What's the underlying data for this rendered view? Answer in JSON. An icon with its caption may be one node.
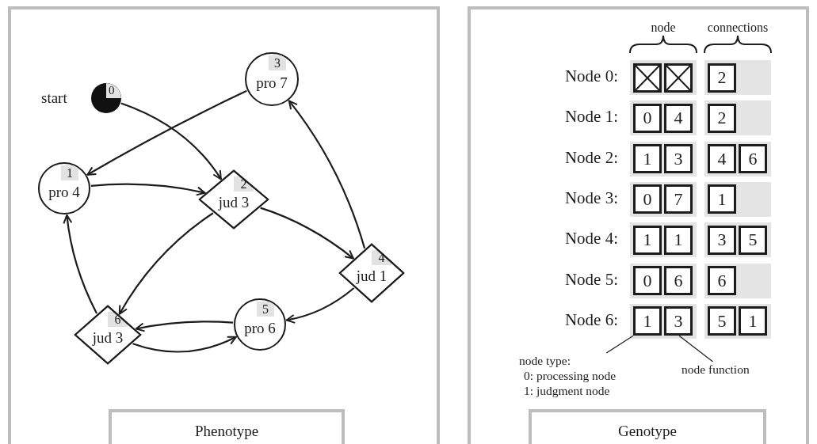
{
  "diagram": {
    "nodes": [
      {
        "text": [
          "Phenotype"
        ]
      },
      {
        "text": [
          "0"
        ],
        "beside": [
          "start"
        ],
        "in": 0
      },
      {
        "text": [
          "1",
          "pro 4"
        ],
        "in": 0
      },
      {
        "text": [
          "2",
          "jud 3"
        ],
        "in": 0
      },
      {
        "text": [
          "3",
          "pro 7"
        ],
        "in": 0
      },
      {
        "text": [
          "4",
          "jud 1"
        ],
        "in": 0
      },
      {
        "text": [
          "5",
          "pro 6"
        ],
        "in": 0
      },
      {
        "text": [
          "6",
          "jud 3"
        ],
        "in": 0
      },
      {
        "text": [
          "Genotype"
        ]
      },
      {
        "text": [],
        "shape": "box",
        "in": 8
      },
      {
        "text": [],
        "shape": "box",
        "in": 8
      },
      {
        "text": [
          "2"
        ],
        "in": 8
      },
      {
        "text": [
          "0"
        ],
        "in": 8
      },
      {
        "text": [
          "4"
        ],
        "in": 8
      },
      {
        "text": [
          "2"
        ],
        "in": 8
      },
      {
        "text": [
          "1"
        ],
        "in": 8
      },
      {
        "text": [
          "3"
        ],
        "in": 8
      },
      {
        "text": [
          "4"
        ],
        "in": 8
      },
      {
        "text": [
          "6"
        ],
        "in": 8
      },
      {
        "text": [
          "0"
        ],
        "in": 8
      },
      {
        "text": [
          "7"
        ],
        "in": 8
      },
      {
        "text": [
          "1"
        ],
        "in": 8
      },
      {
        "text": [
          "1"
        ],
        "in": 8
      },
      {
        "text": [
          "1"
        ],
        "in": 8
      },
      {
        "text": [
          "3"
        ],
        "in": 8
      },
      {
        "text": [
          "5"
        ],
        "in": 8
      },
      {
        "text": [
          "0"
        ],
        "in": 8
      },
      {
        "text": [
          "6"
        ],
        "in": 8
      },
      {
        "text": [
          "6"
        ],
        "in": 8
      },
      {
        "text": [
          "1"
        ],
        "in": 8
      },
      {
        "text": [
          "3"
        ],
        "in": 8
      },
      {
        "text": [
          "5"
        ],
        "in": 8
      },
      {
        "text": [
          "1"
        ],
        "in": 8
      },
      {
        "text": [
          "node type:",
          "0: processing node",
          "1: judgment node"
        ],
        "in": 8
      },
      {
        "text": [
          "node function"
        ],
        "in": 8
      }
    ],
    "edges": [
      {
        "from": 1,
        "to": 3,
        "arrow": "to"
      },
      {
        "from": 4,
        "to": 2,
        "arrow": "to"
      },
      {
        "from": 2,
        "to": 3,
        "arrow": "to"
      },
      {
        "from": 3,
        "to": 5,
        "arrow": "to"
      },
      {
        "from": 3,
        "to": 7,
        "arrow": "to"
      },
      {
        "from": 5,
        "to": 4,
        "arrow": "to"
      },
      {
        "from": 5,
        "to": 6,
        "arrow": "to"
      },
      {
        "from": 6,
        "to": 7,
        "arrow": "to"
      },
      {
        "from": 7,
        "to": 6,
        "arrow": "to"
      },
      {
        "from": 7,
        "to": 2,
        "arrow": "to"
      },
      {
        "from": 33,
        "to": 29,
        "arrow": "none"
      },
      {
        "from": 34,
        "to": 30,
        "arrow": "none"
      }
    ],
    "labels": [
      "node",
      "connections",
      "Node 0:",
      "Node 1:",
      "Node 2:",
      "Node 3:",
      "Node 4:",
      "Node 5:",
      "Node 6:"
    ]
  }
}
